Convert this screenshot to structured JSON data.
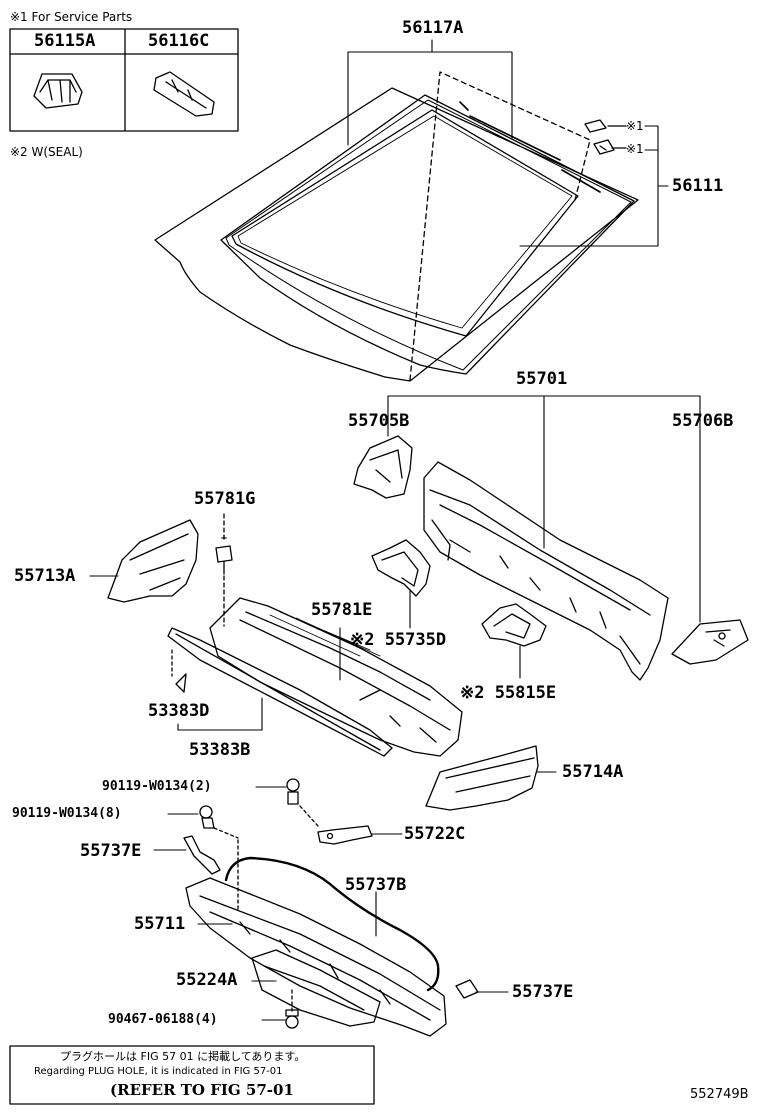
{
  "legend": {
    "service_parts": "※1 For Service Parts",
    "seal": "※2 W(SEAL)"
  },
  "service_box": {
    "left_part": "56115A",
    "right_part": "56116C"
  },
  "labels": {
    "p56117A": "56117A",
    "p56111": "56111",
    "mark1_top": "※1",
    "mark1_bottom": "※1",
    "p55701": "55701",
    "p55705B": "55705B",
    "p55706B": "55706B",
    "p55781G": "55781G",
    "p55713A": "55713A",
    "p55781E": "55781E",
    "p55735D": "※2 55735D",
    "p55815E": "※2 55815E",
    "p53383D": "53383D",
    "p53383B": "53383B",
    "p55714A": "55714A",
    "p90119_2": "90119-W0134(2)",
    "p90119_8": "90119-W0134(8)",
    "p55722C": "55722C",
    "p55737E_left": "55737E",
    "p55737B": "55737B",
    "p55711": "55711",
    "p55224A": "55224A",
    "p55737E_right": "55737E",
    "p90467": "90467-06188(4)"
  },
  "note": {
    "japanese": "プラグホールは FIG 57 01 に掲載してあります。",
    "english": "Regarding PLUG HOLE, it is indicated in FIG 57-01",
    "refer": "(REFER TO FIG 57-01"
  },
  "sheet_code": "552749B"
}
